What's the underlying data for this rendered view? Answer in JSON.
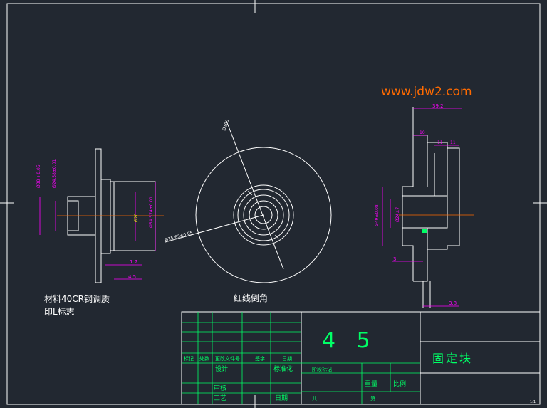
{
  "watermark": "www.jdw2.com",
  "notes": {
    "material": "材料40CR钢调质",
    "mark": "印L标志",
    "chamfer": "红线倒角"
  },
  "dims": {
    "left_d1": "Ø38 +0.05",
    "left_d2": "Ø24.58±0.01",
    "left_d3": "Ø20",
    "left_d4": "Ø54.574±0.01",
    "left_w1": "1.7",
    "left_w2": "4.5",
    "center_d1": "Ø100",
    "center_d2": "Ø15.63±0.05",
    "right_top": "39.2",
    "right_a": "10",
    "right_b": "11",
    "right_c": "11",
    "right_d1": "Ø49±0.08",
    "right_d2": "Ø24±7",
    "right_e": "3",
    "right_f": "3.8"
  },
  "title_block": {
    "drawing_no": "4 5",
    "part_name": "固定块",
    "row_labels": [
      "标记",
      "处数",
      "更改文件号",
      "签字",
      "日期"
    ],
    "design": "设计",
    "standardize": "标准化",
    "review": "审核",
    "process": "工艺",
    "date": "日期",
    "stage_mark": "阶段标记",
    "weight": "重量",
    "scale": "比例",
    "sheet": "共",
    "sheet_of": "第",
    "corner": "1:1"
  },
  "colors": {
    "background": "#222831",
    "line": "#ffffff",
    "dimension": "#ff00ff",
    "title_block": "#00ff66",
    "accent": "#ff6a00",
    "center": "#ff4040"
  }
}
